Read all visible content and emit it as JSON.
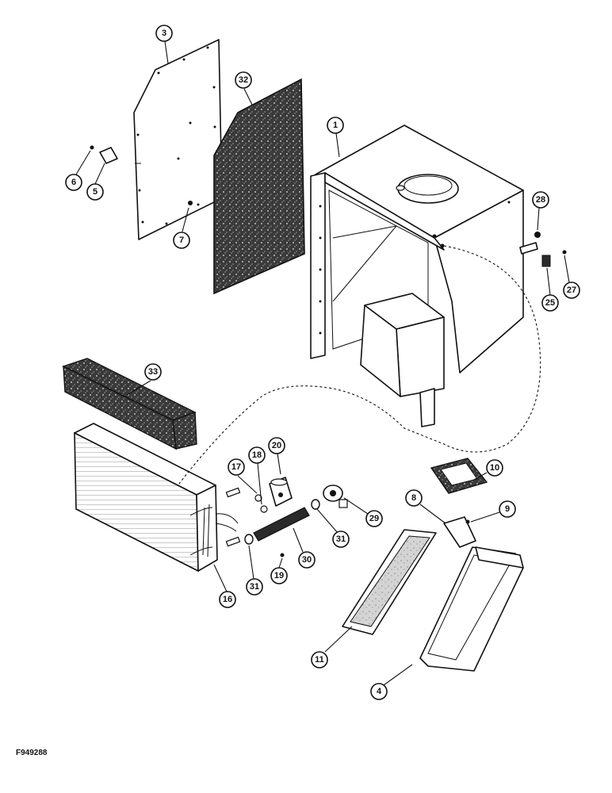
{
  "figure_code": "F949288",
  "callouts": [
    "3",
    "32",
    "1",
    "6",
    "5",
    "7",
    "28",
    "27",
    "25",
    "33",
    "20",
    "18",
    "17",
    "10",
    "8",
    "9",
    "29",
    "31",
    "30",
    "19",
    "16",
    "11",
    "4"
  ],
  "colors": {
    "ink": "#111111",
    "paper": "#ffffff",
    "fill_dark": "#2a2a2a",
    "fill_gray": "#cfcfcf"
  }
}
